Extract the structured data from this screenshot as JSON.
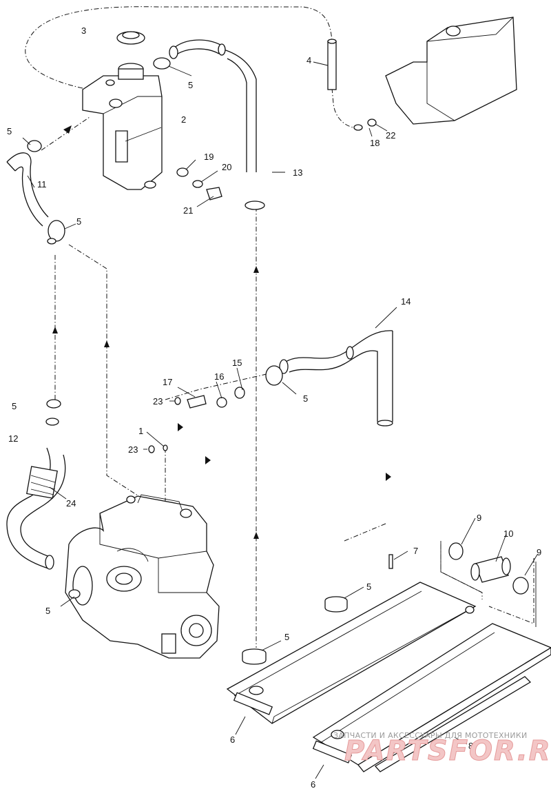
{
  "callouts": {
    "c1": "1",
    "c2": "2",
    "c3": "3",
    "c4": "4",
    "c5a": "5",
    "c5b": "5",
    "c5c": "5",
    "c5d": "5",
    "c5e": "5",
    "c5f": "5",
    "c5g": "5",
    "c5h": "5",
    "c6a": "6",
    "c6b": "6",
    "c7": "7",
    "c8": "8",
    "c9a": "9",
    "c9b": "9",
    "c10": "10",
    "c11": "11",
    "c12": "12",
    "c13": "13",
    "c14": "14",
    "c15": "15",
    "c16": "16",
    "c17": "17",
    "c18": "18",
    "c19": "19",
    "c20": "20",
    "c21": "21",
    "c22": "22",
    "c23a": "23",
    "c23b": "23",
    "c24": "24"
  },
  "watermark": {
    "caption": "ЗАПЧАСТИ И АКСЕССУАРЫ ДЛЯ МОТОТЕХНИКИ",
    "logo": "PARTSFOR.RU"
  },
  "colors": {
    "line": "#111111",
    "background": "#ffffff",
    "watermark_text": "#9a9a9a",
    "watermark_logo": "#e59a9a"
  }
}
